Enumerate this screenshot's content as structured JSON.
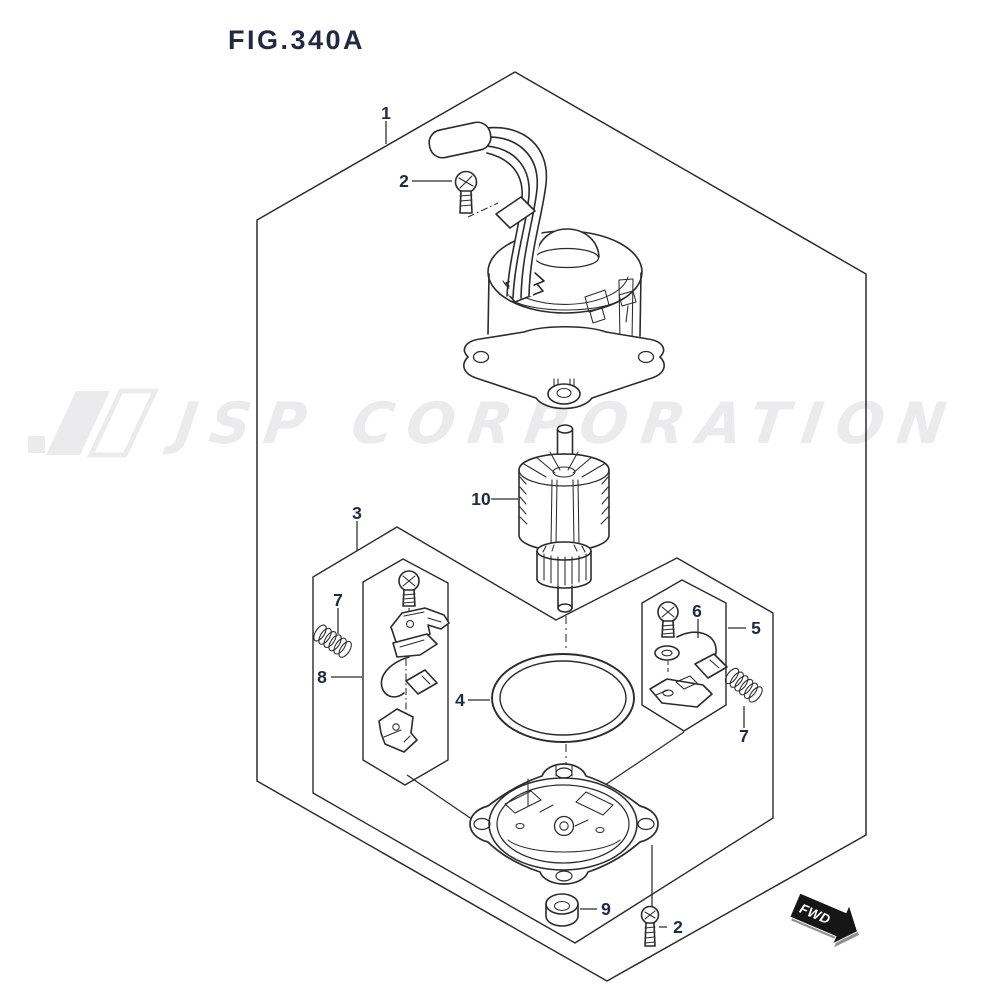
{
  "figure": {
    "title": "FIG.340A"
  },
  "watermark": {
    "text": "JSP CORPORATION"
  },
  "direction_badge": {
    "label": "FWD"
  },
  "callouts": {
    "motor_assembly": "1",
    "screw_top": "2",
    "brush_holder_set": "3",
    "o_ring": "4",
    "brush_holder_assy": "5",
    "brush_wire": "6",
    "spring_left": "7",
    "spring_right": "7",
    "brush": "8",
    "grommet": "9",
    "armature": "10",
    "screw_bottom": "2"
  },
  "colors": {
    "line": "#2b2b2b",
    "callout_text": "#232a40",
    "watermark_text": "#ebebee",
    "badge_background": "#161616",
    "badge_text": "#ffffff",
    "canvas": "#ffffff"
  }
}
